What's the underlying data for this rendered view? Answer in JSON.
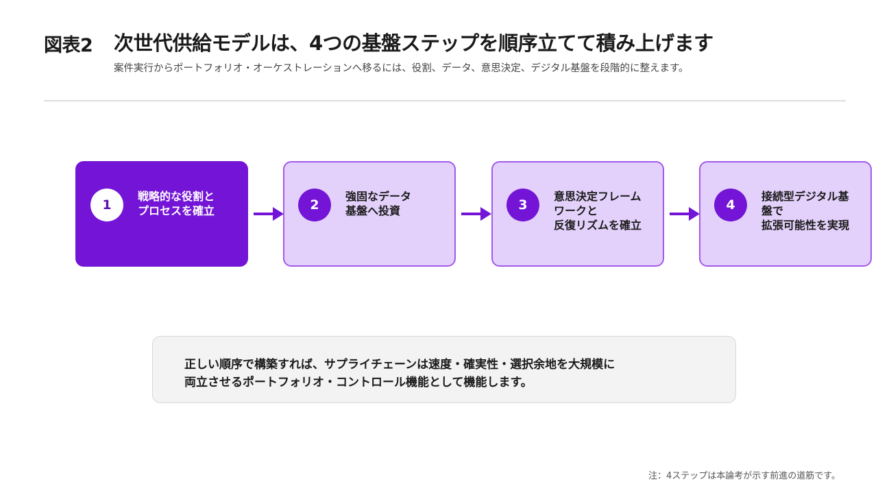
{
  "header": {
    "figure_label": "図表2",
    "title": "次世代供給モデルは、4つの基盤ステップを順序立てて積み上げます",
    "subtitle": "案件実行からポートフォリオ・オーケストレーションへ移るには、役割、データ、意思決定、デジタル基盤を段階的に整えます。"
  },
  "steps": [
    {
      "number": "1",
      "label": "戦略的な役割と\nプロセスを確立",
      "state": "active"
    },
    {
      "number": "2",
      "label": "強固なデータ\n基盤へ投資",
      "state": "inactive"
    },
    {
      "number": "3",
      "label": "意思決定フレーム\nワークと\n反復リズムを確立",
      "state": "inactive"
    },
    {
      "number": "4",
      "label": "接続型デジタル基\n盤で\n拡張可能性を実現",
      "state": "inactive"
    }
  ],
  "callout": {
    "text": "正しい順序で構築すれば、サプライチェーンは速度・確実性・選択余地を大規模に\n両立させるポートフォリオ・コントロール機能として機能します。"
  },
  "footnote": "注：4ステップは本論考が示す前進の道筋です。",
  "colors": {
    "accent": "#7314d6",
    "step_fill": "#e3d1fb",
    "step_border": "#a25ae8",
    "callout_bg": "#f3f3f3"
  }
}
